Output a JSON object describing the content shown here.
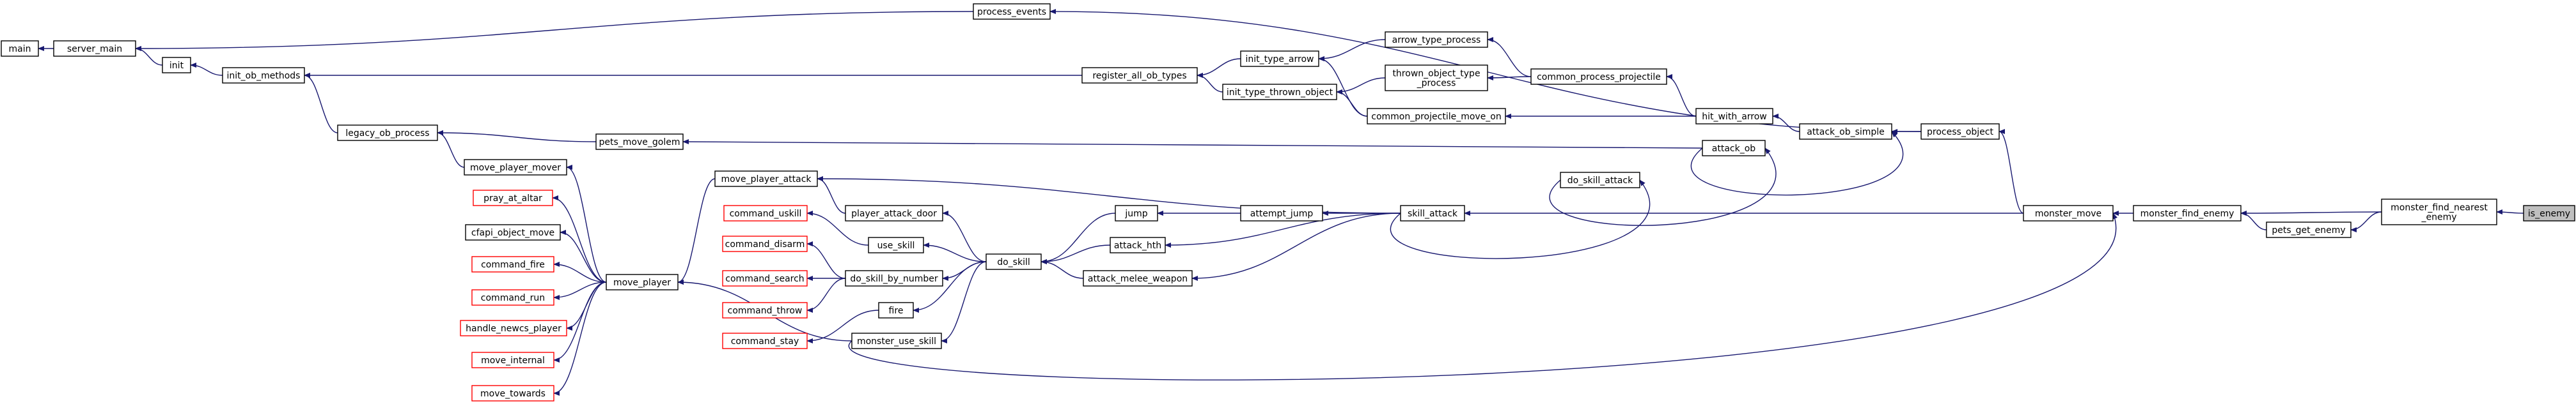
{
  "nodes": {
    "main": {
      "label": [
        "main"
      ],
      "red": false
    },
    "server_main": {
      "label": [
        "server_main"
      ],
      "red": false
    },
    "process_events": {
      "label": [
        "process_events"
      ],
      "red": false
    },
    "init": {
      "label": [
        "init"
      ],
      "red": false
    },
    "init_ob_methods": {
      "label": [
        "init_ob_methods"
      ],
      "red": false
    },
    "register_all_ob_types": {
      "label": [
        "register_all_ob_types"
      ],
      "red": false
    },
    "init_type_arrow": {
      "label": [
        "init_type_arrow"
      ],
      "red": false
    },
    "init_type_thrown_object": {
      "label": [
        "init_type_thrown_object"
      ],
      "red": false
    },
    "arrow_type_process": {
      "label": [
        "arrow_type_process"
      ],
      "red": false
    },
    "thrown_object_type_process": {
      "label": [
        "thrown_object_type",
        "_process"
      ],
      "red": false
    },
    "common_process_projectile": {
      "label": [
        "common_process_projectile"
      ],
      "red": false
    },
    "common_projectile_move_on": {
      "label": [
        "common_projectile_move_on"
      ],
      "red": false
    },
    "hit_with_arrow": {
      "label": [
        "hit_with_arrow"
      ],
      "red": false
    },
    "attack_ob_simple": {
      "label": [
        "attack_ob_simple"
      ],
      "red": false
    },
    "process_object": {
      "label": [
        "process_object"
      ],
      "red": false
    },
    "legacy_ob_process": {
      "label": [
        "legacy_ob_process"
      ],
      "red": false
    },
    "pets_move_golem": {
      "label": [
        "pets_move_golem"
      ],
      "red": false
    },
    "attack_ob": {
      "label": [
        "attack_ob"
      ],
      "red": false
    },
    "do_skill_attack": {
      "label": [
        "do_skill_attack"
      ],
      "red": false
    },
    "move_player_mover": {
      "label": [
        "move_player_mover"
      ],
      "red": false
    },
    "move_player_attack": {
      "label": [
        "move_player_attack"
      ],
      "red": false
    },
    "pray_at_altar": {
      "label": [
        "pray_at_altar"
      ],
      "red": true
    },
    "command_uskill": {
      "label": [
        "command_uskill"
      ],
      "red": true
    },
    "player_attack_door": {
      "label": [
        "player_attack_door"
      ],
      "red": false
    },
    "cfapi_object_move": {
      "label": [
        "cfapi_object_move"
      ],
      "red": false
    },
    "command_disarm": {
      "label": [
        "command_disarm"
      ],
      "red": true
    },
    "use_skill": {
      "label": [
        "use_skill"
      ],
      "red": false
    },
    "jump": {
      "label": [
        "jump"
      ],
      "red": false
    },
    "attempt_jump": {
      "label": [
        "attempt_jump"
      ],
      "red": false
    },
    "skill_attack": {
      "label": [
        "skill_attack"
      ],
      "red": false
    },
    "monster_move": {
      "label": [
        "monster_move"
      ],
      "red": false
    },
    "monster_find_enemy": {
      "label": [
        "monster_find_enemy"
      ],
      "red": false
    },
    "monster_find_nearest_enemy": {
      "label": [
        "monster_find_nearest",
        "_enemy"
      ],
      "red": false
    },
    "is_enemy": {
      "label": [
        "is_enemy"
      ],
      "red": false,
      "root": true
    },
    "pets_get_enemy": {
      "label": [
        "pets_get_enemy"
      ],
      "red": false
    },
    "command_fire": {
      "label": [
        "command_fire"
      ],
      "red": true
    },
    "do_skill": {
      "label": [
        "do_skill"
      ],
      "red": false
    },
    "attack_hth": {
      "label": [
        "attack_hth"
      ],
      "red": false
    },
    "command_search": {
      "label": [
        "command_search"
      ],
      "red": true
    },
    "do_skill_by_number": {
      "label": [
        "do_skill_by_number"
      ],
      "red": false
    },
    "move_player": {
      "label": [
        "move_player"
      ],
      "red": false
    },
    "attack_melee_weapon": {
      "label": [
        "attack_melee_weapon"
      ],
      "red": false
    },
    "command_run": {
      "label": [
        "command_run"
      ],
      "red": true
    },
    "command_throw": {
      "label": [
        "command_throw"
      ],
      "red": true
    },
    "fire": {
      "label": [
        "fire"
      ],
      "red": false
    },
    "handle_newcs_player": {
      "label": [
        "handle_newcs_player"
      ],
      "red": true
    },
    "command_stay": {
      "label": [
        "command_stay"
      ],
      "red": true
    },
    "move_internal": {
      "label": [
        "move_internal"
      ],
      "red": true
    },
    "monster_use_skill": {
      "label": [
        "monster_use_skill"
      ],
      "red": false
    },
    "move_towards": {
      "label": [
        "move_towards"
      ],
      "red": true
    }
  },
  "edges": [
    [
      "server_main",
      "main"
    ],
    [
      "init",
      "server_main"
    ],
    [
      "process_events",
      "server_main"
    ],
    [
      "init_ob_methods",
      "init"
    ],
    [
      "register_all_ob_types",
      "init_ob_methods"
    ],
    [
      "legacy_ob_process",
      "init_ob_methods"
    ],
    [
      "init_type_arrow",
      "register_all_ob_types"
    ],
    [
      "init_type_thrown_object",
      "register_all_ob_types"
    ],
    [
      "arrow_type_process",
      "init_type_arrow"
    ],
    [
      "common_projectile_move_on",
      "init_type_arrow"
    ],
    [
      "thrown_object_type_process",
      "init_type_thrown_object"
    ],
    [
      "common_projectile_move_on",
      "init_type_thrown_object"
    ],
    [
      "common_process_projectile",
      "arrow_type_process"
    ],
    [
      "common_process_projectile",
      "thrown_object_type_process"
    ],
    [
      "hit_with_arrow",
      "common_process_projectile"
    ],
    [
      "hit_with_arrow",
      "common_projectile_move_on"
    ],
    [
      "attack_ob_simple",
      "hit_with_arrow"
    ],
    [
      "process_object",
      "process_events"
    ],
    [
      "process_object",
      "attack_ob_simple"
    ],
    [
      "attack_ob",
      "attack_ob_simple"
    ],
    [
      "pets_move_golem",
      "legacy_ob_process"
    ],
    [
      "move_player_mover",
      "legacy_ob_process"
    ],
    [
      "attack_ob",
      "pets_move_golem"
    ],
    [
      "do_skill_attack",
      "attack_ob"
    ],
    [
      "skill_attack",
      "do_skill_attack"
    ],
    [
      "monster_move",
      "process_object"
    ],
    [
      "move_player",
      "move_player_mover"
    ],
    [
      "move_player",
      "pray_at_altar"
    ],
    [
      "move_player",
      "cfapi_object_move"
    ],
    [
      "move_player",
      "command_fire"
    ],
    [
      "move_player",
      "command_run"
    ],
    [
      "move_player",
      "handle_newcs_player"
    ],
    [
      "move_player",
      "move_internal"
    ],
    [
      "move_player",
      "move_towards"
    ],
    [
      "move_player_attack",
      "move_player"
    ],
    [
      "skill_attack",
      "move_player_attack"
    ],
    [
      "player_attack_door",
      "move_player_attack"
    ],
    [
      "do_skill",
      "player_attack_door"
    ],
    [
      "use_skill",
      "command_uskill"
    ],
    [
      "do_skill",
      "use_skill"
    ],
    [
      "do_skill_by_number",
      "command_disarm"
    ],
    [
      "do_skill_by_number",
      "command_search"
    ],
    [
      "do_skill_by_number",
      "command_throw"
    ],
    [
      "do_skill",
      "do_skill_by_number"
    ],
    [
      "fire",
      "command_stay"
    ],
    [
      "do_skill",
      "fire"
    ],
    [
      "monster_use_skill",
      "move_player"
    ],
    [
      "do_skill",
      "monster_use_skill"
    ],
    [
      "jump",
      "do_skill"
    ],
    [
      "attack_hth",
      "do_skill"
    ],
    [
      "attack_melee_weapon",
      "do_skill"
    ],
    [
      "attempt_jump",
      "jump"
    ],
    [
      "skill_attack",
      "attempt_jump"
    ],
    [
      "skill_attack",
      "attack_hth"
    ],
    [
      "skill_attack",
      "attack_melee_weapon"
    ],
    [
      "monster_move",
      "skill_attack"
    ],
    [
      "monster_use_skill",
      "monster_move"
    ],
    [
      "monster_find_enemy",
      "monster_move"
    ],
    [
      "monster_find_nearest_enemy",
      "monster_find_enemy"
    ],
    [
      "pets_get_enemy",
      "monster_find_enemy"
    ],
    [
      "monster_find_nearest_enemy",
      "pets_get_enemy"
    ],
    [
      "is_enemy",
      "monster_find_nearest_enemy"
    ]
  ]
}
